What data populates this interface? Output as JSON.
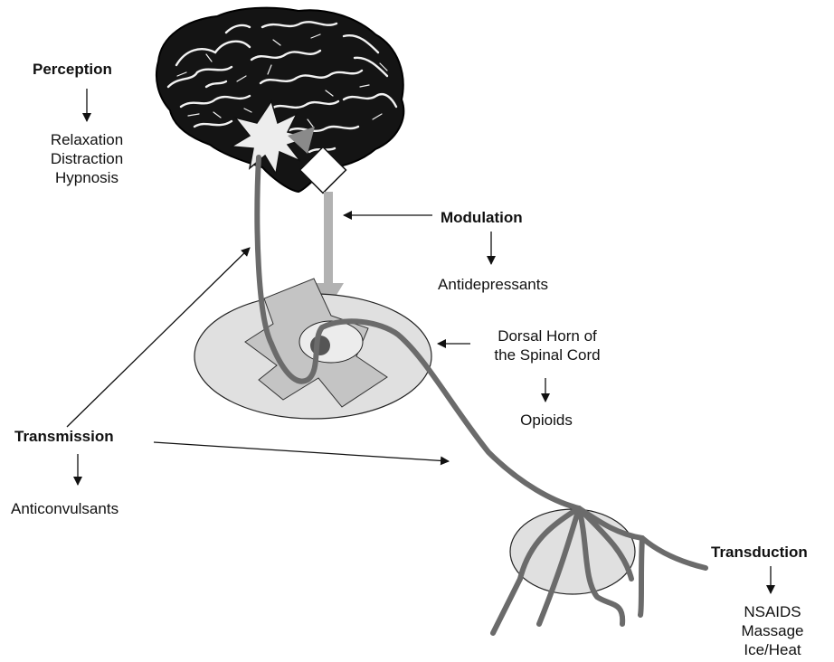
{
  "perception": {
    "title": "Perception",
    "items": [
      "Relaxation",
      "Distraction",
      "Hypnosis"
    ]
  },
  "modulation": {
    "title": "Modulation",
    "items": [
      "Antidepressants"
    ]
  },
  "dorsal_horn": {
    "line1": "Dorsal Horn of",
    "line2": "the Spinal Cord",
    "items": [
      "Opioids"
    ]
  },
  "transmission": {
    "title": "Transmission",
    "items": [
      "Anticonvulsants"
    ]
  },
  "transduction": {
    "title": "Transduction",
    "items": [
      "NSAIDS",
      "Massage",
      "Ice/Heat"
    ]
  },
  "colors": {
    "nerve": "#6b6b6b",
    "modulation_path": "#b2b2b2",
    "region_fill": "#e0e0e0",
    "cross_fill": "#c4c4c4",
    "line": "#111111"
  }
}
